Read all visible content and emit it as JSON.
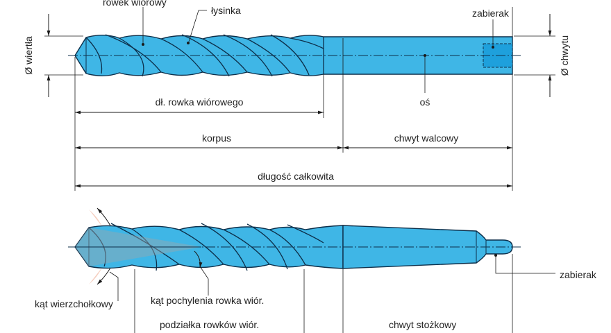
{
  "labels": {
    "rowek": "rowek wiórowy",
    "lysinka": "łysinka",
    "zabierak_top": "zabierak",
    "srednica_wiertla": "Ø wiertła",
    "srednica_chwytu": "Ø chwytu",
    "dl_rowka": "dł. rowka wiórowego",
    "os": "oś",
    "korpus": "korpus",
    "chwyt_walcowy": "chwyt walcowy",
    "dlugosc": "długość całkowita",
    "kat_wierzcholkowy": "kąt wierzchołkowy",
    "kat_pochylenia": "kąt pochylenia rowka wiór.",
    "podzialka": "podziałka rowków wiór.",
    "chwyt_stozkowy": "chwyt stożkowy",
    "zabierak_bottom": "zabierak"
  },
  "colors": {
    "drill_fill": "#3fb6e6",
    "outline": "#0d2f4a",
    "angle_fill": "#f4c7b5",
    "tang_fill": "#1ea0dc"
  }
}
